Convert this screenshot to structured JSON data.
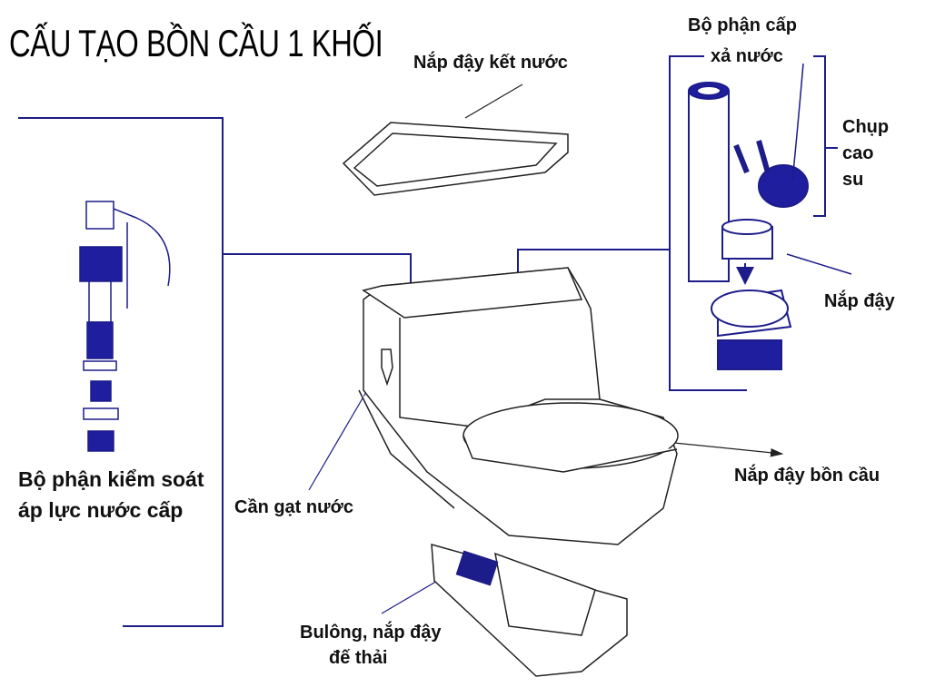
{
  "title": "CẤU TẠO BỒN CẦU 1 KHỐI",
  "labels": {
    "tank_lid": "Nắp đậy kết nước",
    "flush_unit_line1": "Bộ phận cấp",
    "flush_unit_line2": "xả nước",
    "flapper_line1": "Chụp",
    "flapper_line2": "cao",
    "flapper_line3": "su",
    "cap": "Nắp đậy",
    "seat_lid": "Nắp đậy bồn cầu",
    "fill_valve_line1": "Bộ phận kiểm soát",
    "fill_valve_line2": "áp lực nước cấp",
    "lever": "Cần gạt nước",
    "bolt_line1": "Bulông, nắp đậy",
    "bolt_line2": "đế thải"
  },
  "colors": {
    "line": "#1c1c8a",
    "part_fill": "#1e1e9e",
    "outline": "#222222"
  }
}
